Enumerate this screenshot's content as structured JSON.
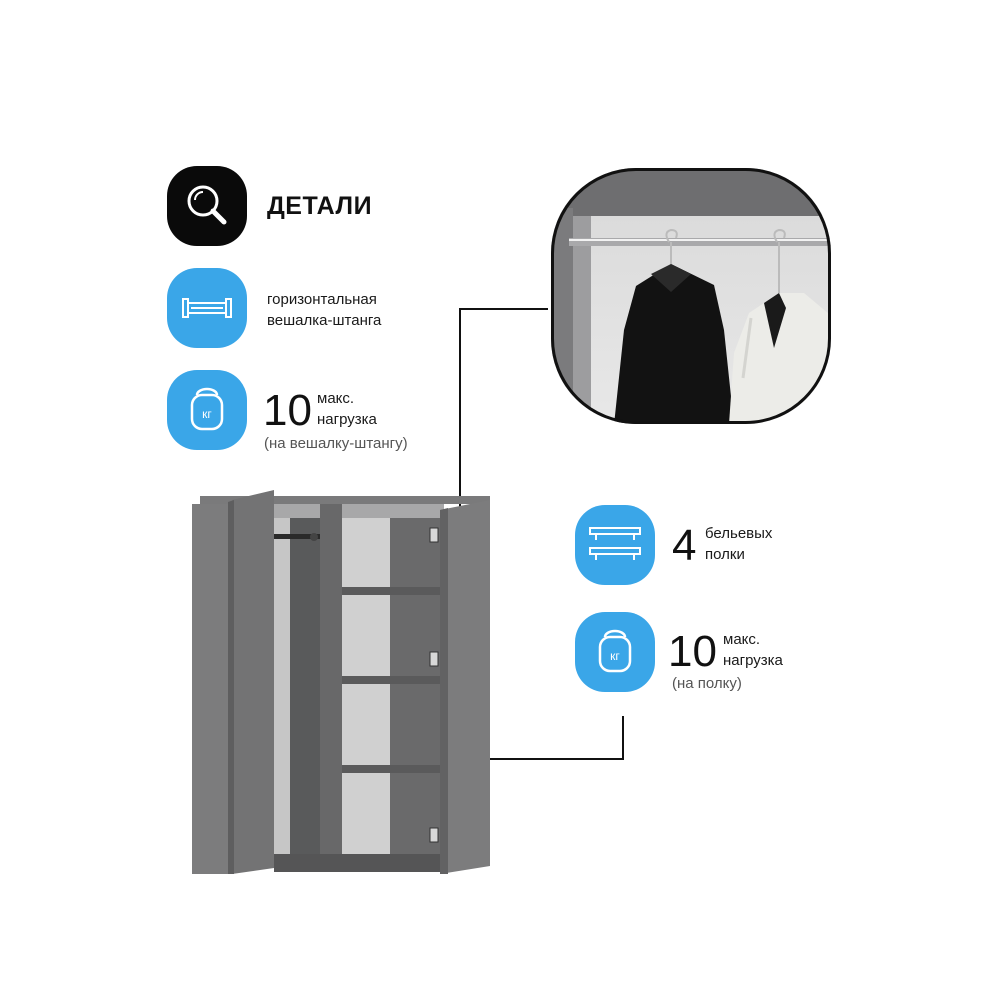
{
  "header": {
    "title": "ДЕТАЛИ",
    "icon": "magnifier-icon"
  },
  "features": {
    "rail": {
      "icon": "hanger-rail-icon",
      "line1": "горизонтальная",
      "line2": "вешалка-штанга"
    },
    "rail_load": {
      "icon": "weight-kg-icon",
      "icon_text": "кг",
      "value": "10",
      "line1": "макс.",
      "line2": "нагрузка",
      "note": "(на вешалку-штангу)"
    },
    "shelves": {
      "icon": "shelves-icon",
      "value": "4",
      "line1": "бельевых",
      "line2": "полки"
    },
    "shelf_load": {
      "icon": "weight-kg-icon",
      "icon_text": "кг",
      "value": "10",
      "line1": "макс.",
      "line2": "нагрузка",
      "note": "(на полку)"
    }
  },
  "colors": {
    "accent": "#3aa6e8",
    "dark_badge": "#0a0a0a",
    "wardrobe": "#6f6f70"
  }
}
